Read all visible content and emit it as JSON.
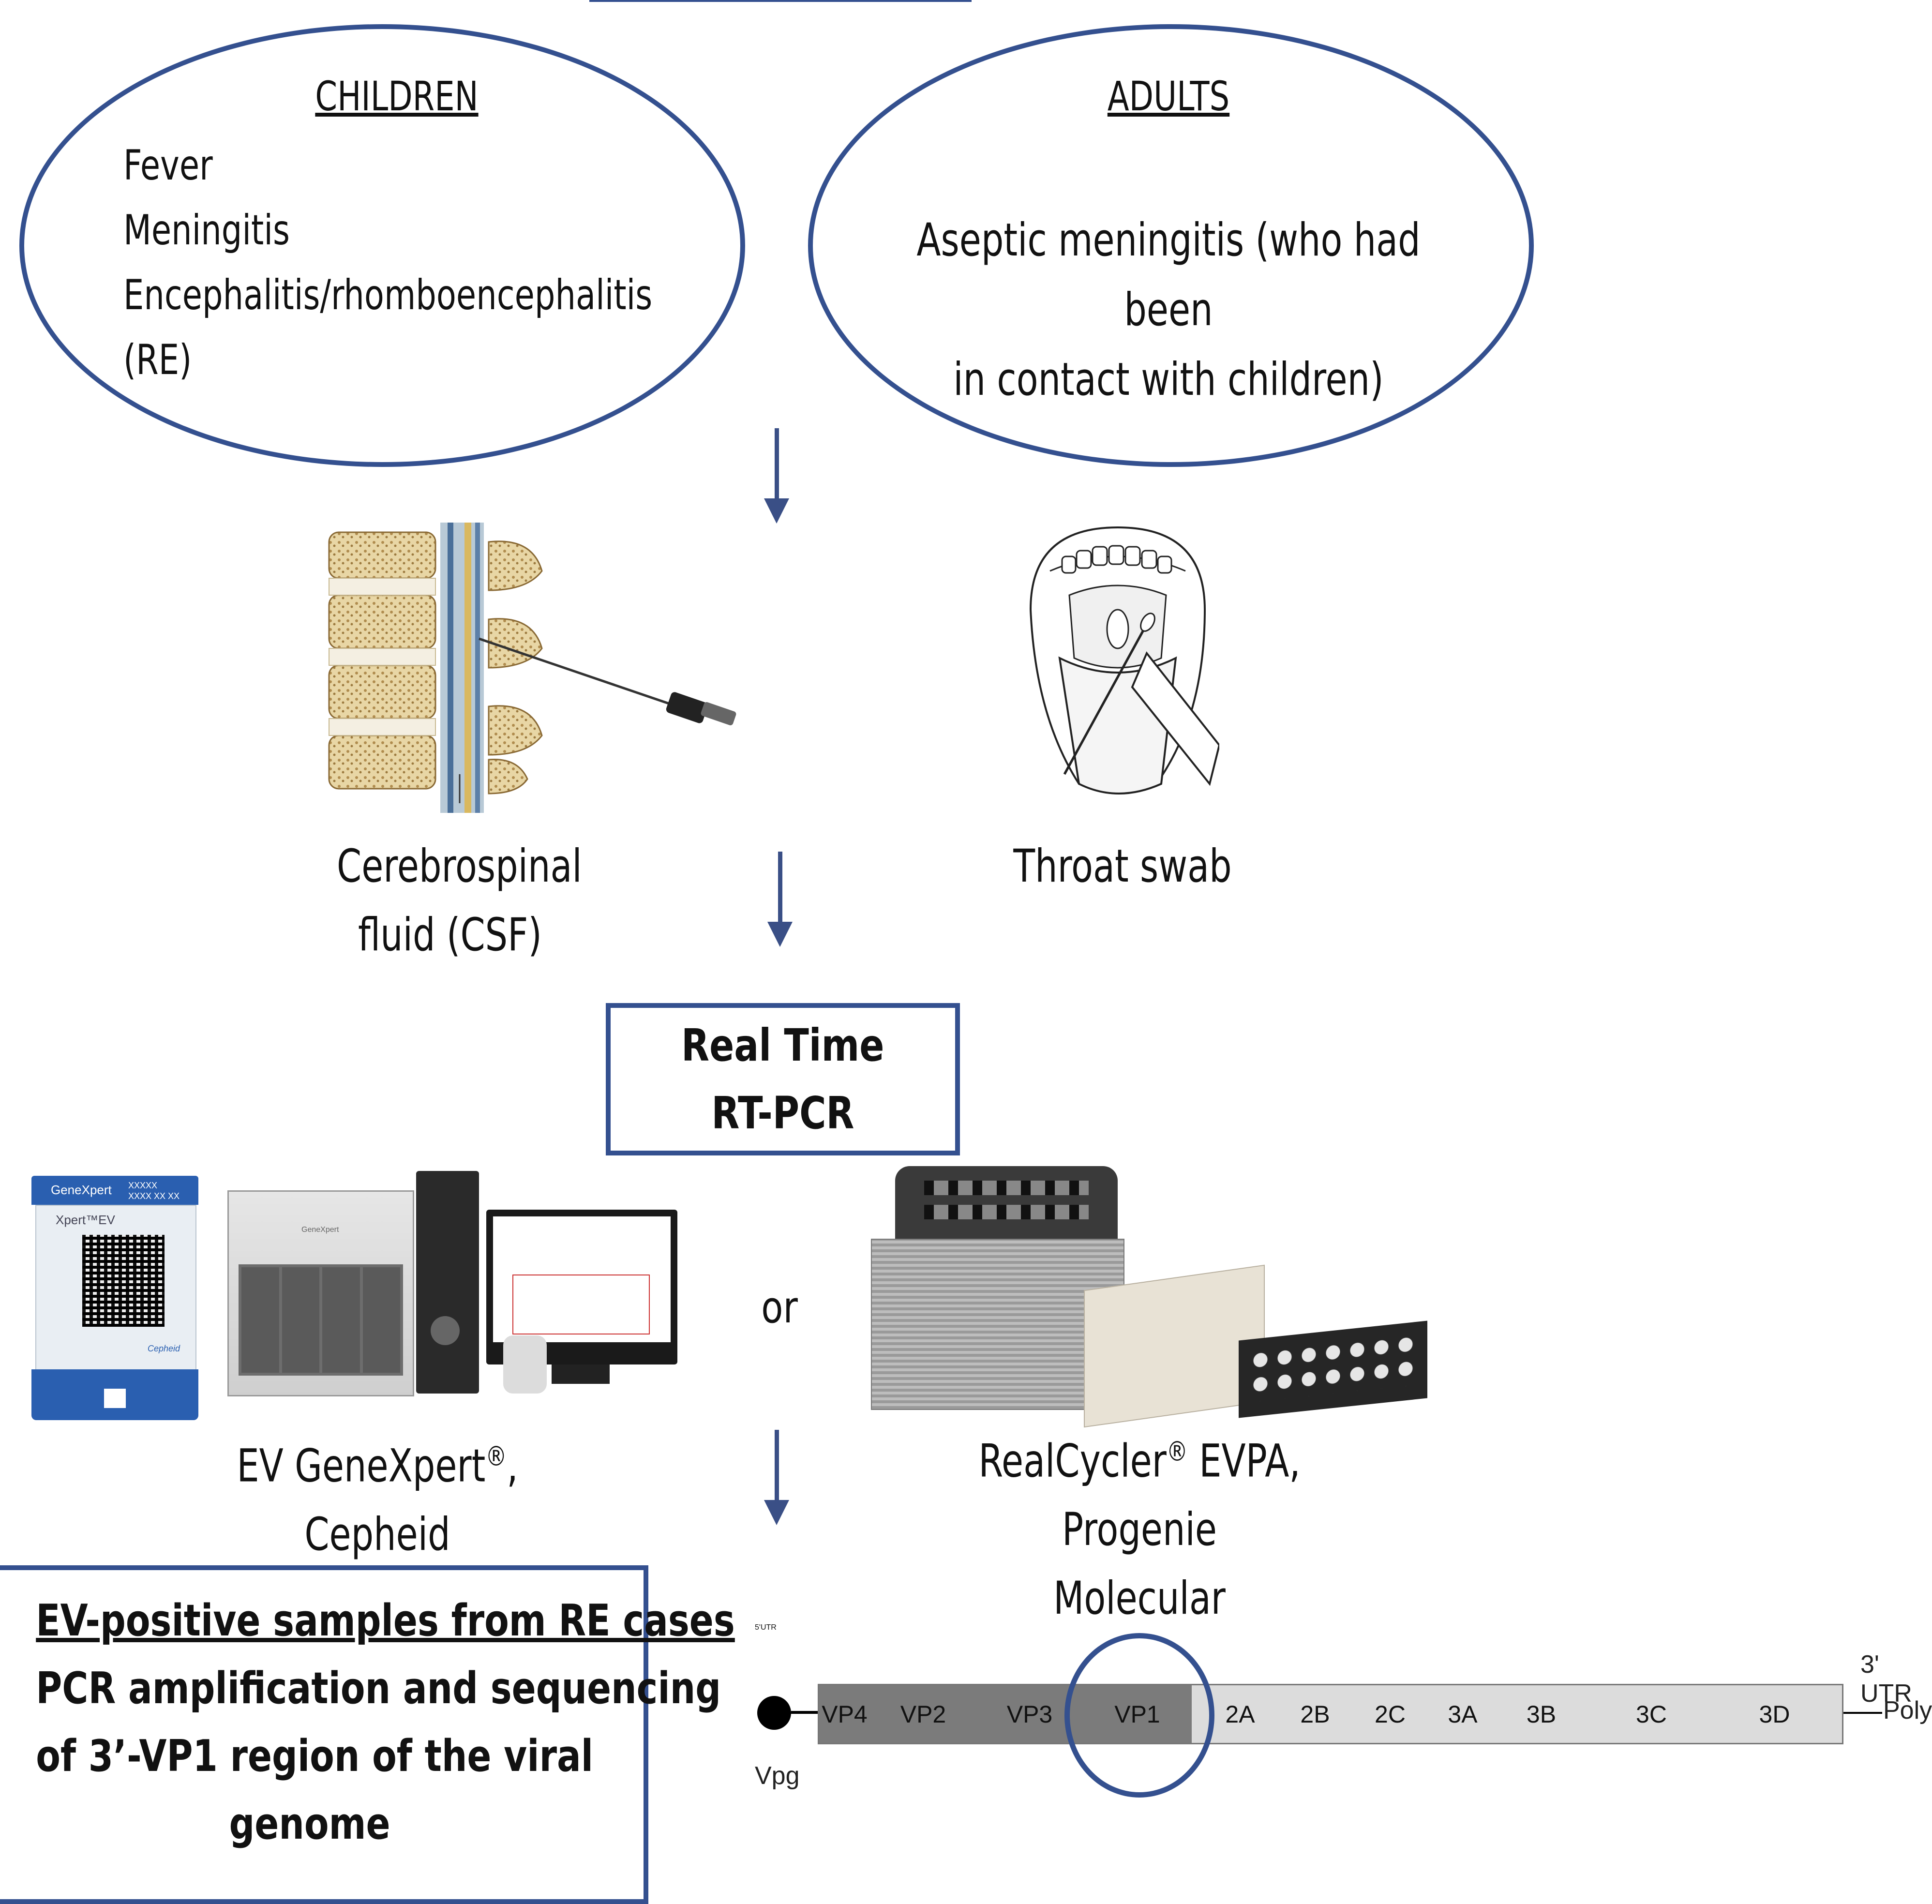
{
  "children": {
    "title": "CHILDREN",
    "items": [
      "Fever",
      "Meningitis",
      "Encephalitis/rhomboencephalitis",
      "(RE)"
    ]
  },
  "adults": {
    "title": "ADULTS",
    "lines": [
      "Aseptic meningitis (who had been",
      "in contact with children)"
    ]
  },
  "samples": {
    "csf_lines": [
      "Cerebrospinal",
      "fluid (CSF)"
    ],
    "throat": "Throat swab"
  },
  "rtpcr": {
    "lines": [
      "Real Time",
      "RT-PCR"
    ]
  },
  "kits": {
    "or": "or",
    "genexpert_prefix": "EV GeneXpert",
    "genexpert_reg": "®",
    "genexpert_suffix": ", Cepheid",
    "realcycler_prefix": "RealCycler",
    "realcycler_reg": "®",
    "realcycler_suffix": " EVPA, Progenie",
    "realcycler_line2": "Molecular",
    "cartridge_brand": "GeneXpert",
    "cartridge_product": "Xpert™EV",
    "cartridge_code1": "XXXXX",
    "cartridge_code2": "XXXX XX XX",
    "cartridge_maker": "Cepheid",
    "instrument_brand": "GeneXpert"
  },
  "sequencing": {
    "lines": [
      "EV-positive samples from RE cases",
      "PCR amplification and sequencing",
      "of 3’-VP1 region of the viral",
      "genome"
    ]
  },
  "genome": {
    "utr5": "5'UTR",
    "vpg": "Vpg",
    "utr3": "3' UTR",
    "polya": "Poly A",
    "segments": [
      "VP4",
      "VP2",
      "VP3",
      "VP1",
      "2A",
      "2B",
      "2C",
      "3A",
      "3B",
      "3C",
      "3D"
    ],
    "colors": {
      "structural": "#7b7b7b",
      "nonstructural": "#dcdcdc",
      "highlight": "#34508f"
    }
  }
}
